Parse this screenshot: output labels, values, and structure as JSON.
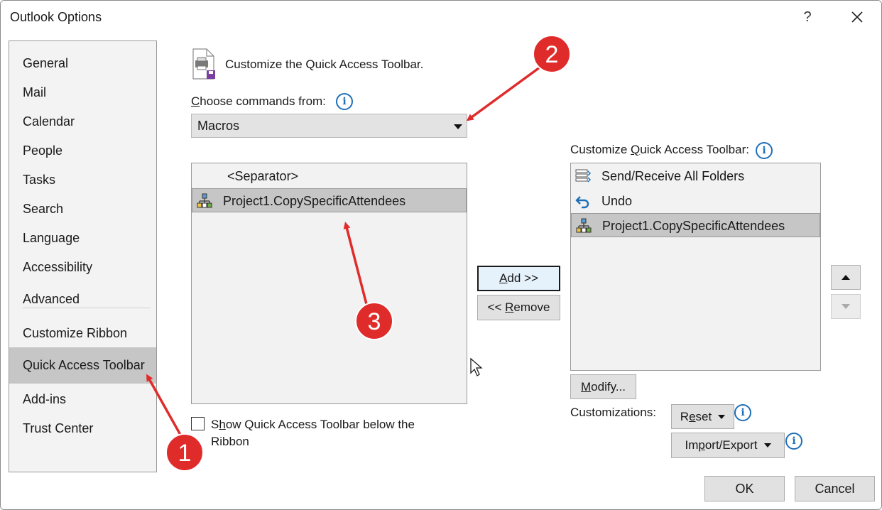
{
  "window": {
    "title": "Outlook Options",
    "help_label": "?",
    "close_label": "✕"
  },
  "sidebar": {
    "items": [
      {
        "label": "General"
      },
      {
        "label": "Mail"
      },
      {
        "label": "Calendar"
      },
      {
        "label": "People"
      },
      {
        "label": "Tasks"
      },
      {
        "label": "Search"
      },
      {
        "label": "Language"
      },
      {
        "label": "Accessibility"
      },
      {
        "label": "Advanced"
      },
      {
        "label": "Customize Ribbon"
      },
      {
        "label": "Quick Access Toolbar",
        "selected": true
      },
      {
        "label": "Add-ins"
      },
      {
        "label": "Trust Center"
      }
    ]
  },
  "main": {
    "title": "Customize the Quick Access Toolbar.",
    "choose_label": "Choose commands from:",
    "choose_value": "Macros",
    "available_commands": [
      {
        "label": "<Separator>",
        "icon": "none"
      },
      {
        "label": "Project1.CopySpecificAttendees",
        "icon": "macro-icon",
        "selected": true
      }
    ],
    "add_button": "Add >>",
    "remove_button": "<< Remove",
    "toolbar_label": "Customize Quick Access Toolbar:",
    "toolbar_commands": [
      {
        "label": "Send/Receive All Folders",
        "icon": "send-receive-icon"
      },
      {
        "label": "Undo",
        "icon": "undo-icon"
      },
      {
        "label": "Project1.CopySpecificAttendees",
        "icon": "macro-icon",
        "selected": true
      }
    ],
    "modify_button": "Modify...",
    "customizations_label": "Customizations:",
    "reset_button": "Reset",
    "import_export_button": "Import/Export",
    "show_below_ribbon_label": "Show Quick Access Toolbar below the Ribbon",
    "show_below_ribbon_checked": false
  },
  "footer": {
    "ok_button": "OK",
    "cancel_button": "Cancel"
  },
  "annotations": {
    "badges": [
      "1",
      "2",
      "3"
    ],
    "color": "#e02b2b"
  }
}
